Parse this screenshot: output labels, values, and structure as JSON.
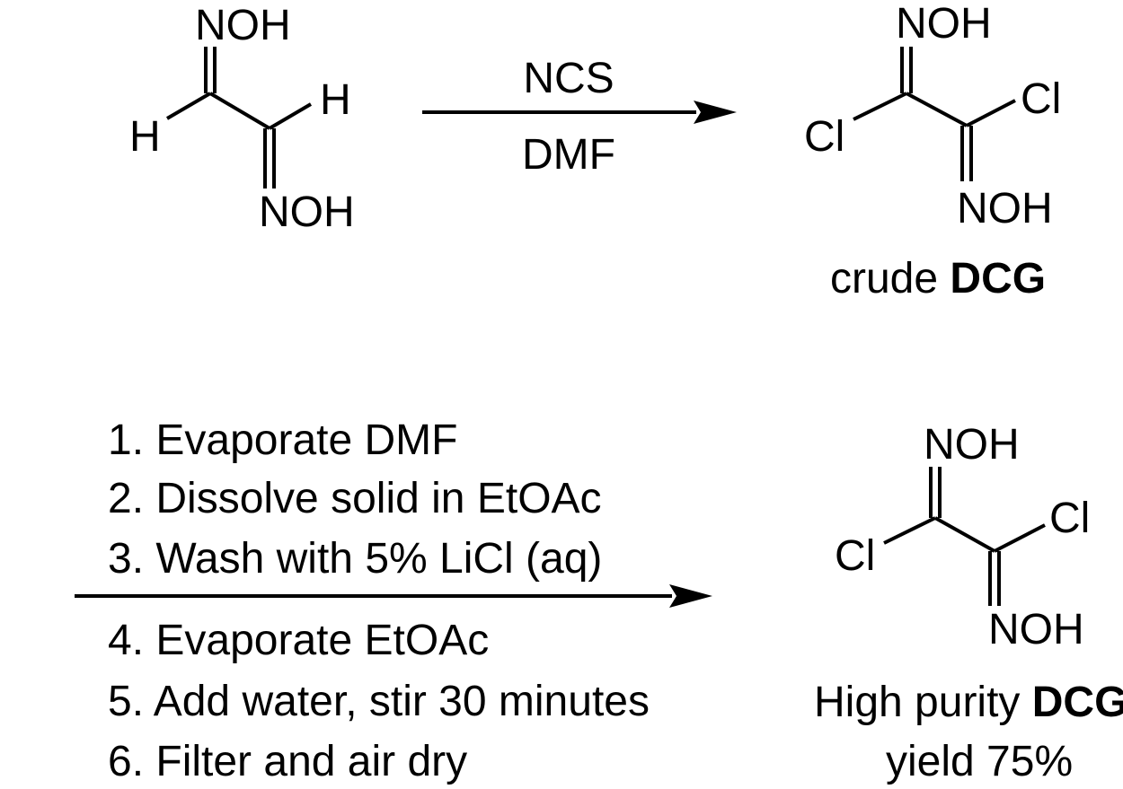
{
  "colors": {
    "ink": "#000000",
    "background": "#ffffff"
  },
  "reaction_1": {
    "starting_material": {
      "top_group": "NOH",
      "bottom_group": "NOH",
      "left_h": "H",
      "right_h": "H"
    },
    "reagent_top": "NCS",
    "reagent_bottom": "DMF",
    "product": {
      "top_group": "NOH",
      "bottom_group": "NOH",
      "left_cl": "Cl",
      "right_cl": "Cl",
      "caption_prefix": "crude ",
      "caption_bold": "DCG"
    }
  },
  "reaction_2": {
    "steps_above_arrow": [
      "1. Evaporate DMF",
      "2. Dissolve solid in EtOAc",
      "3. Wash with 5% LiCl (aq)"
    ],
    "steps_below_arrow": [
      "4. Evaporate EtOAc",
      "5. Add water, stir 30 minutes",
      "6. Filter and air dry"
    ],
    "product": {
      "top_group": "NOH",
      "bottom_group": "NOH",
      "left_cl": "Cl",
      "right_cl": "Cl",
      "caption_prefix": "High purity ",
      "caption_bold": "DCG",
      "yield_text": "yield 75%"
    }
  }
}
